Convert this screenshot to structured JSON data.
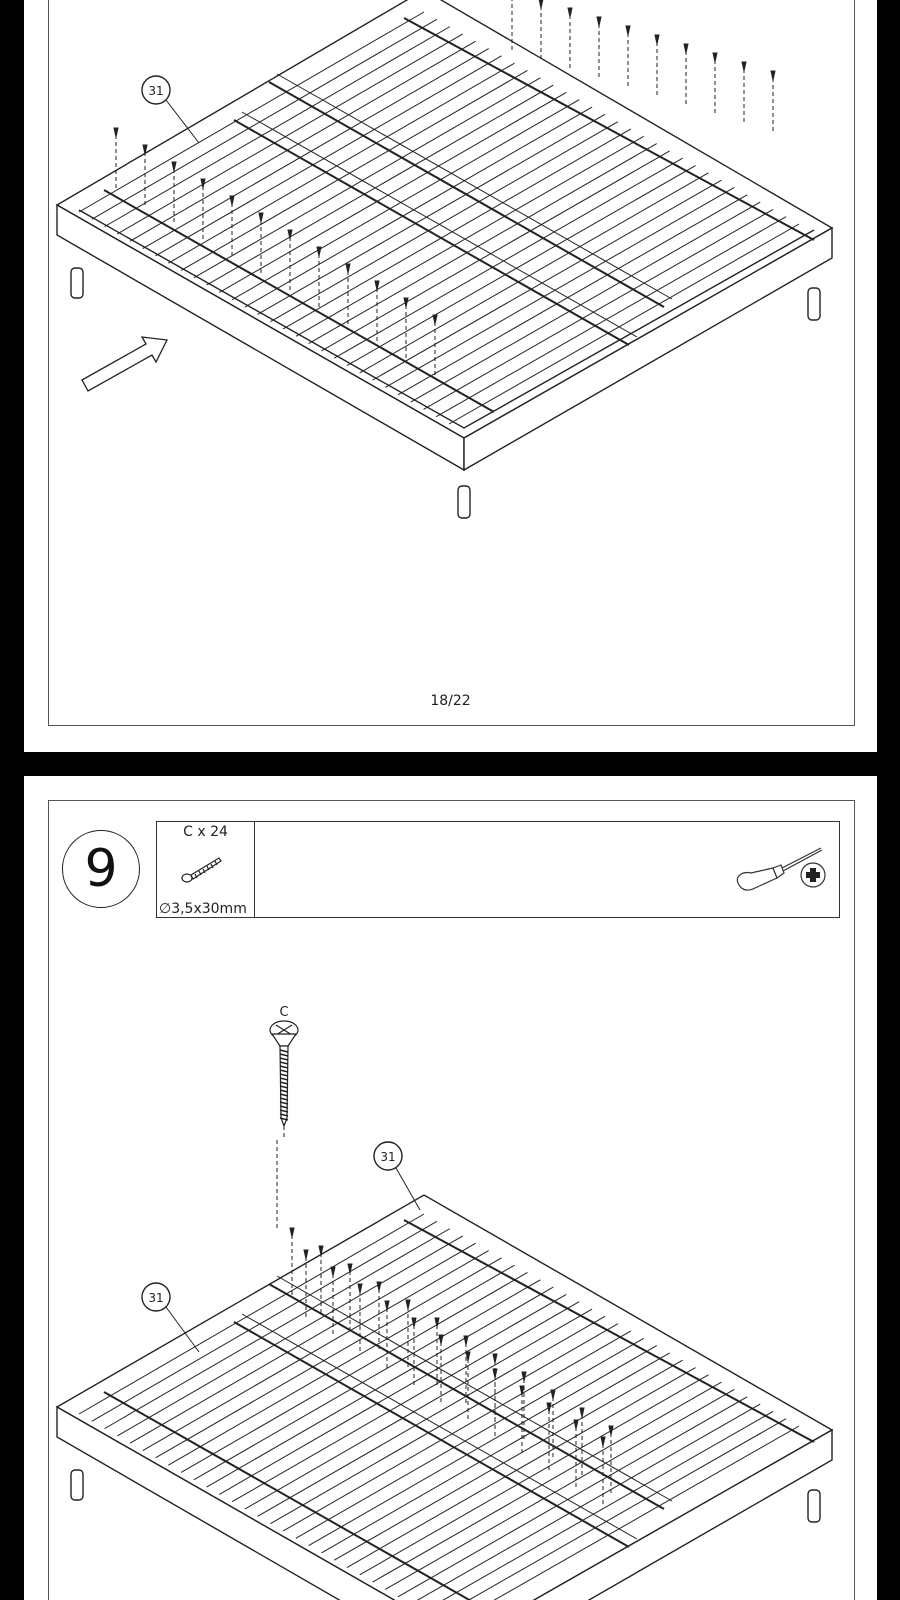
{
  "page_top": {
    "page_number": "18/22",
    "callout_part": "31"
  },
  "page_bottom": {
    "step_number": "9",
    "parts": {
      "quantity_label": "C x 24",
      "dimension_label": "∅3,5x30mm"
    },
    "tool_icon": "phillips-screwdriver-icon",
    "screw_label": "C",
    "callout_part_top": "31",
    "callout_part_left": "31"
  }
}
